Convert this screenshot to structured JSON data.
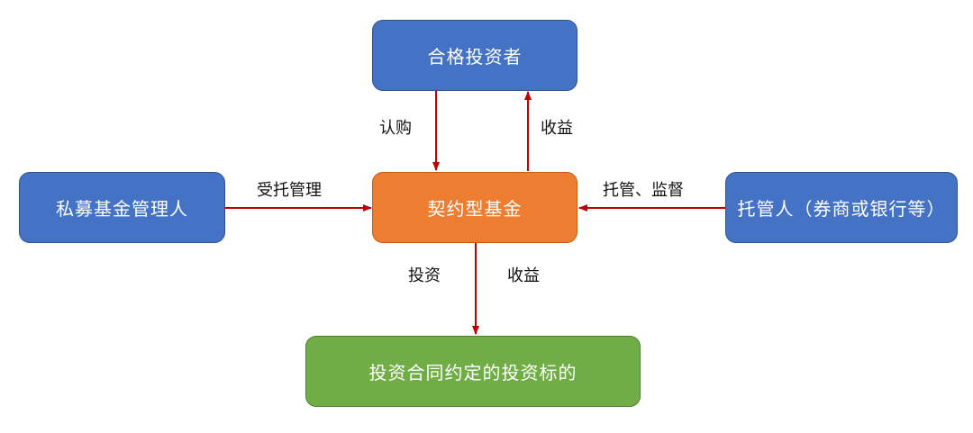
{
  "nodes": {
    "investor": "合格投资者",
    "manager": "私募基金管理人",
    "fund": "契约型基金",
    "custodian": "托管人（券商或银行等）",
    "target": "投资合同约定的投资标的"
  },
  "edges": {
    "subscribe": "认购",
    "return_to_investor": "收益",
    "entrusted_management": "受托管理",
    "custody_supervision": "托管、监督",
    "invest": "投资",
    "return_from_target": "收益"
  },
  "colors": {
    "blue_box": "#4472C4",
    "orange_box": "#ED7D31",
    "green_box": "#70AD47",
    "arrow": "#C00000"
  }
}
